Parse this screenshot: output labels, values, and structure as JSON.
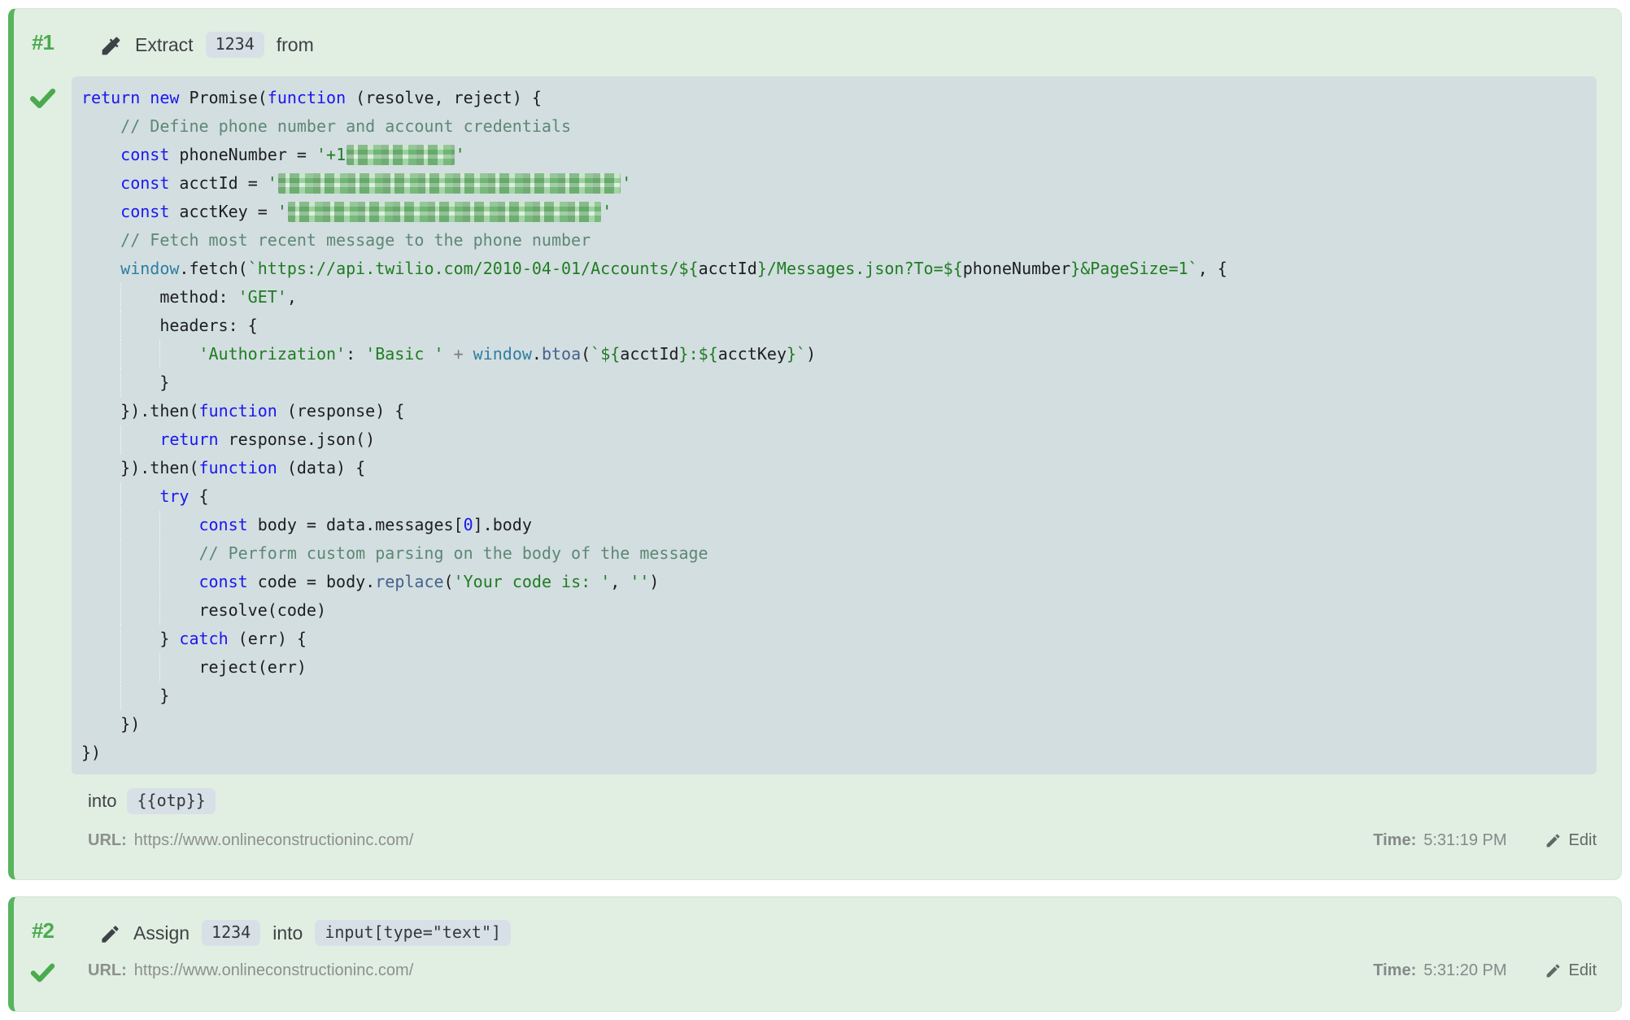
{
  "colors": {
    "card_background": "#e1eee2",
    "card_left_border": "#58b45e",
    "accent_green": "#49ab4e",
    "code_background": "#d3dee1",
    "badge_background": "#d7e0e7",
    "keyword_blue": "#1a17ee",
    "string_green": "#1e7d20",
    "comment_green": "#5d8873",
    "builtin_teal": "#2e7f9f",
    "method_slate": "#45618c",
    "meta_gray": "#8c908c"
  },
  "icons": {
    "step1_action": "eyedropper-icon",
    "step2_action": "pencil-icon",
    "status": "check-icon",
    "edit": "pencil-icon"
  },
  "step1": {
    "number": "#1",
    "action": "Extract",
    "value": "1234",
    "preposition": "from",
    "into_label": "into",
    "into_value": "{{otp}}",
    "url_label": "URL:",
    "url": "https://www.onlineconstructioninc.com/",
    "time_label": "Time:",
    "time": "5:31:19 PM",
    "edit_label": "Edit",
    "code": {
      "lines": [
        {
          "ind": 0,
          "tok": [
            [
              "k",
              "return"
            ],
            [
              "p",
              " "
            ],
            [
              "k",
              "new"
            ],
            [
              "p",
              " Promise("
            ],
            [
              "k",
              "function"
            ],
            [
              "p",
              " (resolve, reject) {"
            ]
          ]
        },
        {
          "ind": 1,
          "tok": [
            [
              "c",
              "// Define phone number and account credentials"
            ]
          ]
        },
        {
          "ind": 1,
          "tok": [
            [
              "k",
              "const"
            ],
            [
              "p",
              " phoneNumber = "
            ],
            [
              "s",
              "'+1"
            ],
            [
              "r",
              "11"
            ],
            [
              "s",
              "'"
            ]
          ]
        },
        {
          "ind": 1,
          "tok": [
            [
              "k",
              "const"
            ],
            [
              "p",
              " acctId = "
            ],
            [
              "s",
              "'"
            ],
            [
              "r",
              "35"
            ],
            [
              "s",
              "'"
            ]
          ]
        },
        {
          "ind": 1,
          "tok": [
            [
              "k",
              "const"
            ],
            [
              "p",
              " acctKey = "
            ],
            [
              "s",
              "'"
            ],
            [
              "r",
              "32"
            ],
            [
              "s",
              "'"
            ]
          ]
        },
        {
          "ind": 1,
          "tok": [
            [
              "c",
              "// Fetch most recent message to the phone number"
            ]
          ]
        },
        {
          "ind": 1,
          "tok": [
            [
              "w",
              "window"
            ],
            [
              "p",
              ".fetch("
            ],
            [
              "s",
              "`https://api.twilio.com/2010-04-01/Accounts/${"
            ],
            [
              "p",
              "acctId"
            ],
            [
              "s",
              "}/Messages.json?To=${"
            ],
            [
              "p",
              "phoneNumber"
            ],
            [
              "s",
              "}&PageSize=1`"
            ],
            [
              "p",
              ", {"
            ]
          ]
        },
        {
          "ind": 2,
          "tok": [
            [
              "p",
              "method: "
            ],
            [
              "s",
              "'GET'"
            ],
            [
              "p",
              ","
            ]
          ]
        },
        {
          "ind": 2,
          "tok": [
            [
              "p",
              "headers: {"
            ]
          ]
        },
        {
          "ind": 3,
          "tok": [
            [
              "s",
              "'Authorization'"
            ],
            [
              "p",
              ": "
            ],
            [
              "s",
              "'Basic '"
            ],
            [
              "p",
              " "
            ],
            [
              "o",
              "+"
            ],
            [
              "p",
              " "
            ],
            [
              "w",
              "window"
            ],
            [
              "p",
              "."
            ],
            [
              "m",
              "btoa"
            ],
            [
              "p",
              "("
            ],
            [
              "s",
              "`${"
            ],
            [
              "p",
              "acctId"
            ],
            [
              "s",
              "}:${"
            ],
            [
              "p",
              "acctKey"
            ],
            [
              "s",
              "}`"
            ],
            [
              "p",
              ")"
            ]
          ]
        },
        {
          "ind": 2,
          "tok": [
            [
              "p",
              "}"
            ]
          ]
        },
        {
          "ind": 1,
          "tok": [
            [
              "p",
              "}).then("
            ],
            [
              "k",
              "function"
            ],
            [
              "p",
              " (response) {"
            ]
          ]
        },
        {
          "ind": 2,
          "tok": [
            [
              "k",
              "return"
            ],
            [
              "p",
              " response.json()"
            ]
          ]
        },
        {
          "ind": 1,
          "tok": [
            [
              "p",
              "}).then("
            ],
            [
              "k",
              "function"
            ],
            [
              "p",
              " (data) {"
            ]
          ]
        },
        {
          "ind": 2,
          "tok": [
            [
              "k",
              "try"
            ],
            [
              "p",
              " {"
            ]
          ]
        },
        {
          "ind": 3,
          "tok": [
            [
              "k",
              "const"
            ],
            [
              "p",
              " body = data.messages["
            ],
            [
              "n",
              "0"
            ],
            [
              "p",
              "].body"
            ]
          ]
        },
        {
          "ind": 3,
          "tok": [
            [
              "c",
              "// Perform custom parsing on the body of the message"
            ]
          ]
        },
        {
          "ind": 3,
          "tok": [
            [
              "k",
              "const"
            ],
            [
              "p",
              " code = body."
            ],
            [
              "m",
              "replace"
            ],
            [
              "p",
              "("
            ],
            [
              "s",
              "'Your code is: '"
            ],
            [
              "p",
              ", "
            ],
            [
              "s",
              "''"
            ],
            [
              "p",
              ")"
            ]
          ]
        },
        {
          "ind": 3,
          "tok": [
            [
              "p",
              "resolve(code)"
            ]
          ]
        },
        {
          "ind": 2,
          "tok": [
            [
              "p",
              "} "
            ],
            [
              "k",
              "catch"
            ],
            [
              "p",
              " (err) {"
            ]
          ]
        },
        {
          "ind": 3,
          "tok": [
            [
              "p",
              "reject(err)"
            ]
          ]
        },
        {
          "ind": 2,
          "tok": [
            [
              "p",
              "}"
            ]
          ]
        },
        {
          "ind": 1,
          "tok": [
            [
              "p",
              "})"
            ]
          ]
        },
        {
          "ind": 0,
          "tok": [
            [
              "p",
              "})"
            ]
          ]
        }
      ]
    }
  },
  "step2": {
    "number": "#2",
    "action": "Assign",
    "value": "1234",
    "preposition": "into",
    "selector": "input[type=\"text\"]",
    "url_label": "URL:",
    "url": "https://www.onlineconstructioninc.com/",
    "time_label": "Time:",
    "time": "5:31:20 PM",
    "edit_label": "Edit"
  }
}
